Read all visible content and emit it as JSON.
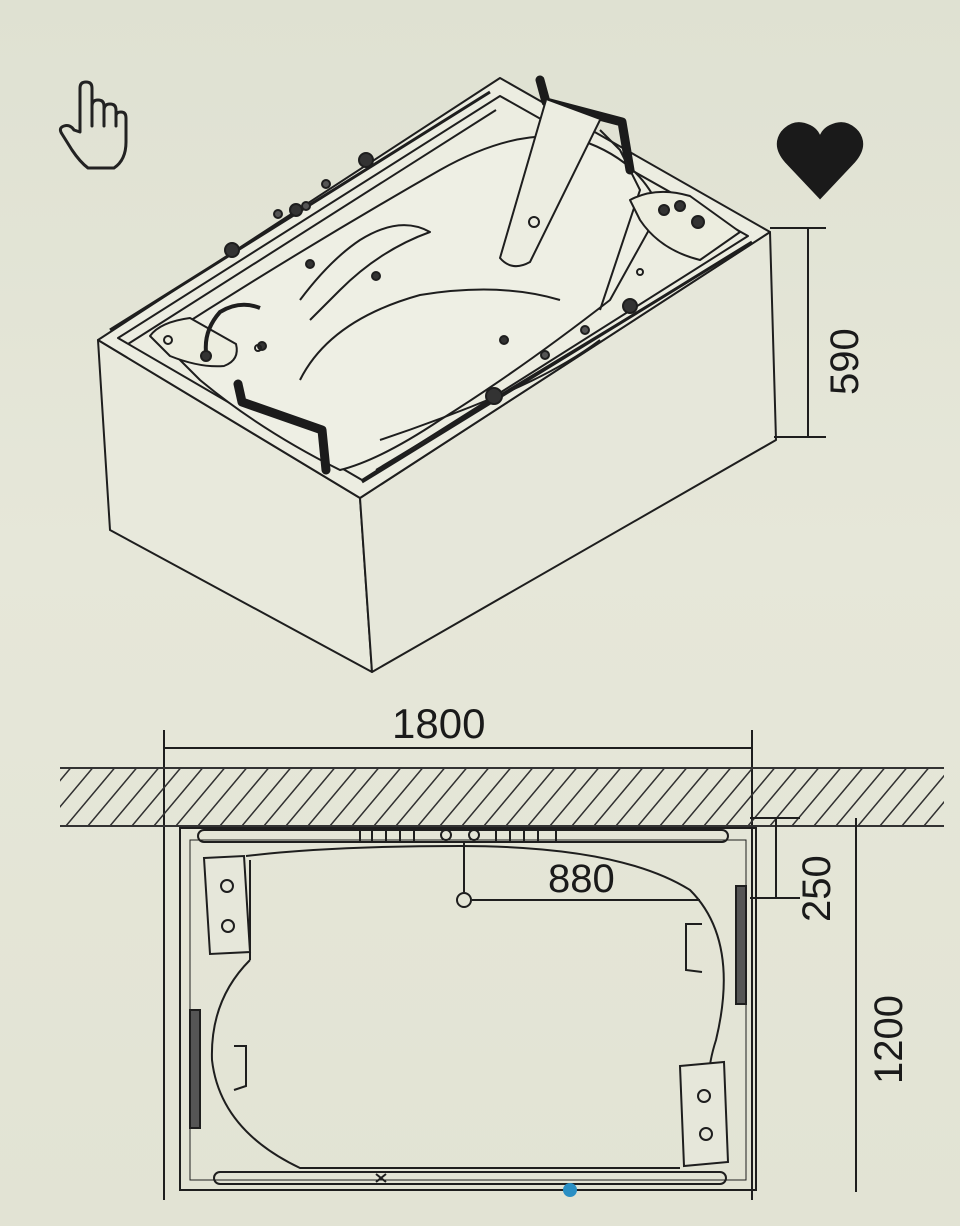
{
  "dimensions": {
    "length": "1800",
    "height": "590",
    "depth": "1200",
    "offset": "250",
    "center": "880"
  },
  "icons": {
    "pointer": "hand-pointer-icon",
    "favorite": "heart-icon"
  },
  "colors": {
    "line": "#1e1e1e",
    "background": "#e3e4d5",
    "heart": "#1a1a1a",
    "dot": "#2a8fc4"
  }
}
